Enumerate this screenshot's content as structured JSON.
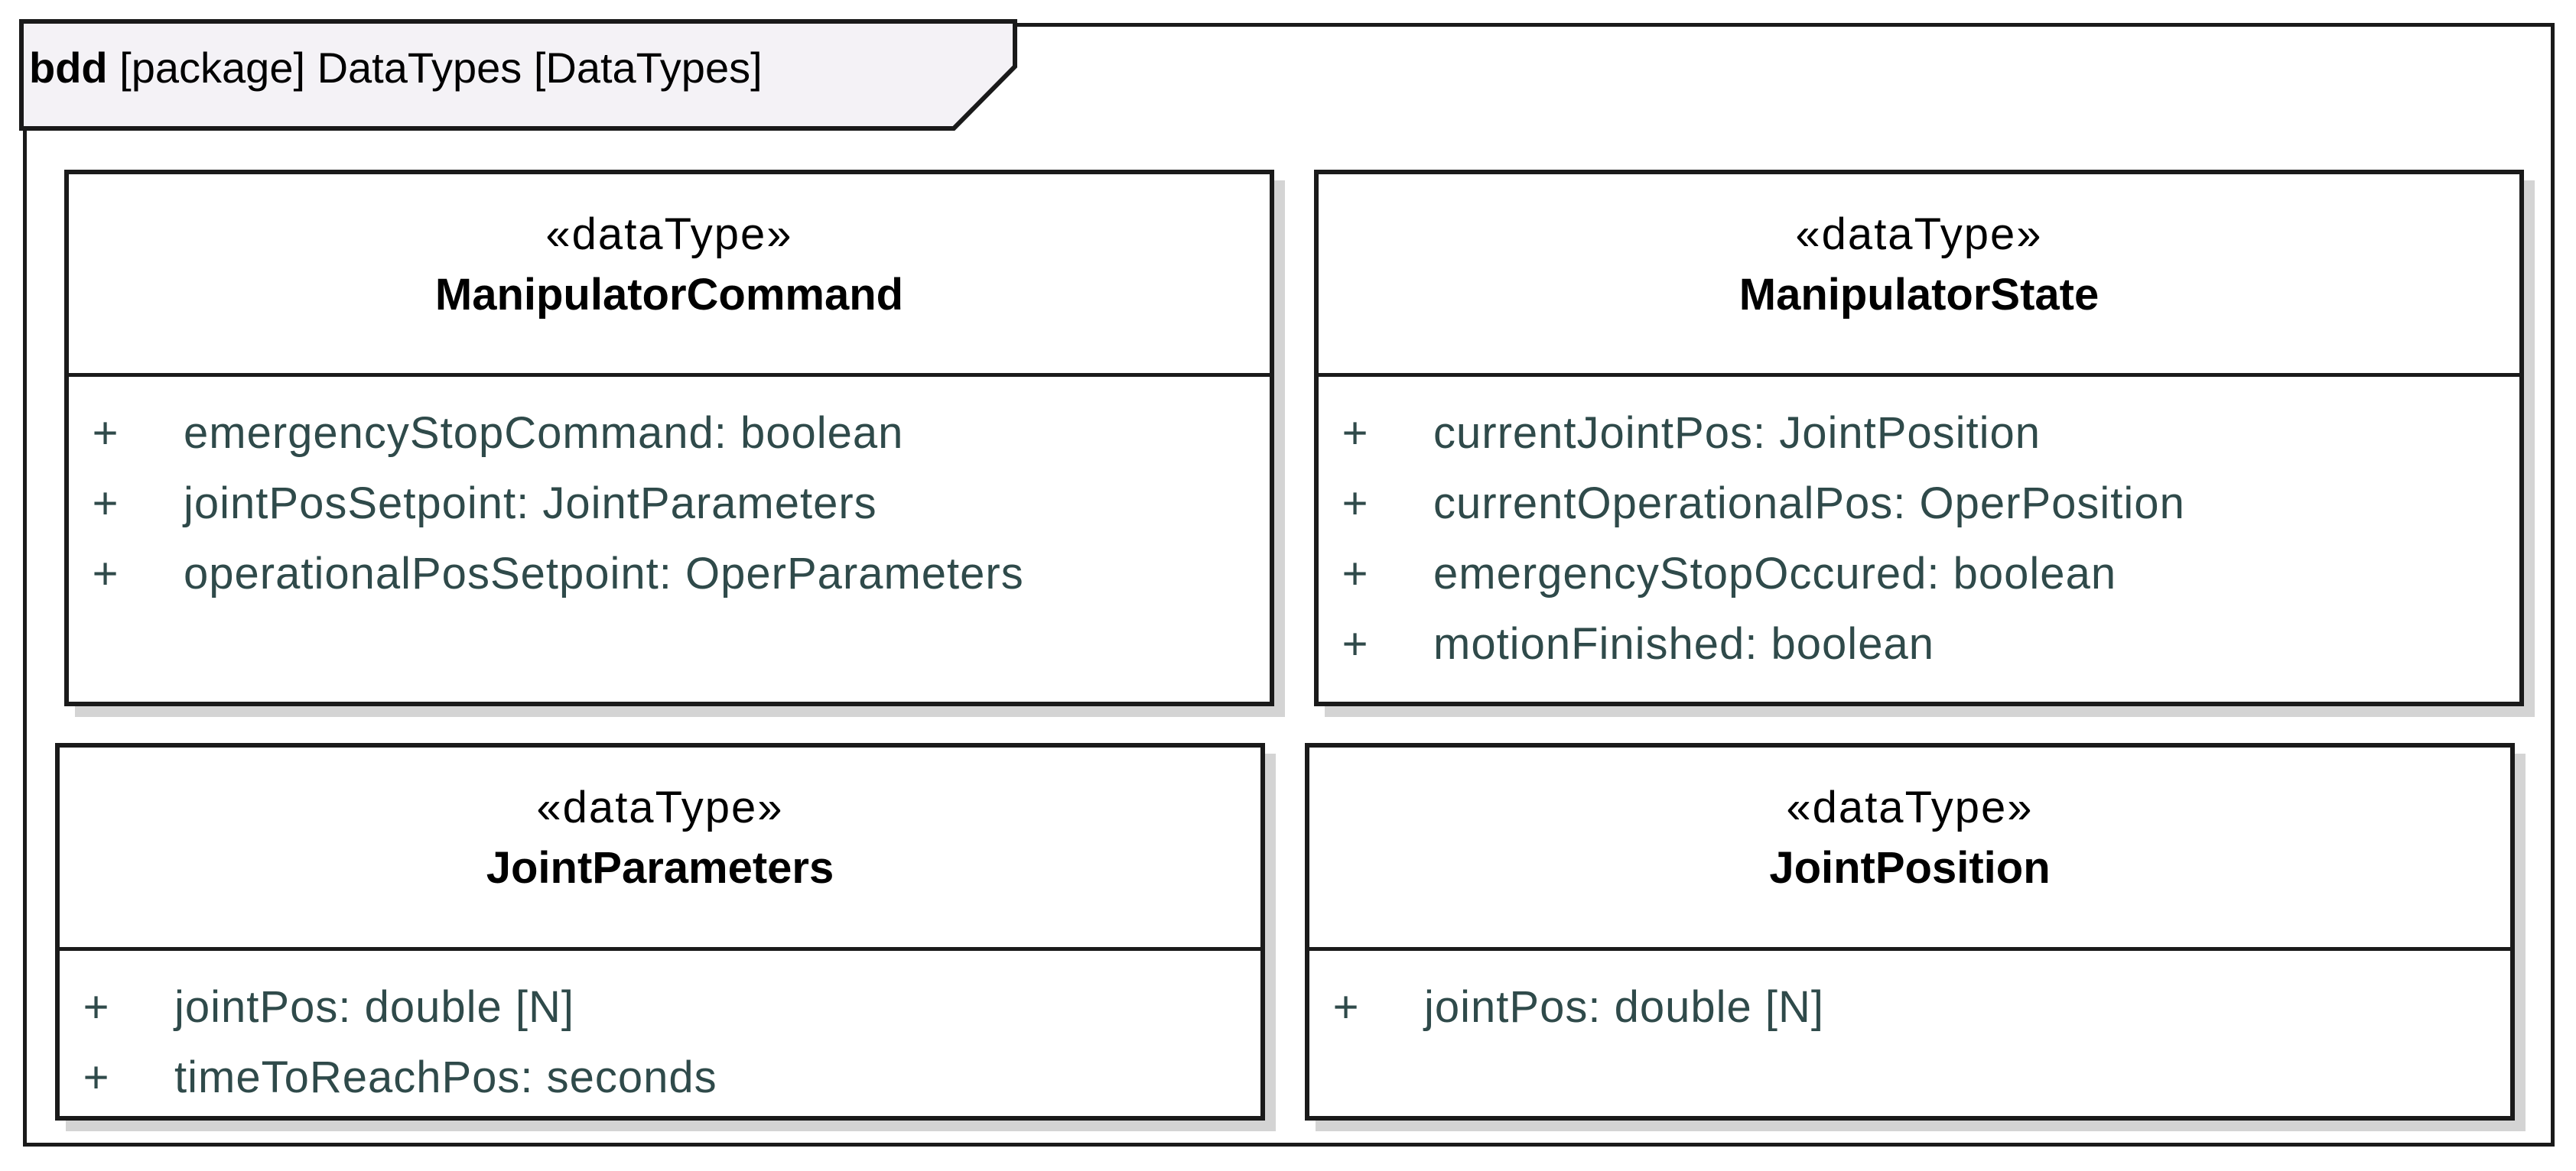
{
  "frame": {
    "keyword": "bdd",
    "rest": " [package] DataTypes [DataTypes]"
  },
  "blocks": [
    {
      "stereotype": "«dataType»",
      "name": "ManipulatorCommand",
      "properties": [
        {
          "visibility": "+",
          "text": "emergencyStopCommand: boolean"
        },
        {
          "visibility": "+",
          "text": "jointPosSetpoint: JointParameters"
        },
        {
          "visibility": "+",
          "text": "operationalPosSetpoint: OperParameters"
        }
      ]
    },
    {
      "stereotype": "«dataType»",
      "name": "ManipulatorState",
      "properties": [
        {
          "visibility": "+",
          "text": "currentJointPos: JointPosition"
        },
        {
          "visibility": "+",
          "text": "currentOperationalPos: OperPosition"
        },
        {
          "visibility": "+",
          "text": "emergencyStopOccured: boolean"
        },
        {
          "visibility": "+",
          "text": "motionFinished: boolean"
        }
      ]
    },
    {
      "stereotype": "«dataType»",
      "name": "JointParameters",
      "properties": [
        {
          "visibility": "+",
          "text": "jointPos: double [N]"
        },
        {
          "visibility": "+",
          "text": "timeToReachPos: seconds"
        }
      ]
    },
    {
      "stereotype": "«dataType»",
      "name": "JointPosition",
      "properties": [
        {
          "visibility": "+",
          "text": "jointPos: double [N]"
        }
      ]
    }
  ],
  "colors": {
    "border": "#1a1a1a",
    "shadow": "#d4d4d4",
    "property_text": "#2f4a4a",
    "header_fill": "#f4f2f6"
  }
}
